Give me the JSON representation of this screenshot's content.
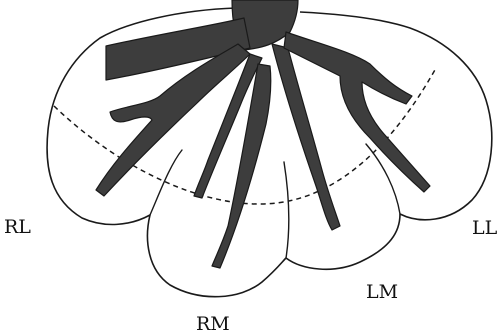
{
  "labels": {
    "rl": "RL",
    "rm": "RM",
    "lm": "LM",
    "ll": "LL"
  }
}
